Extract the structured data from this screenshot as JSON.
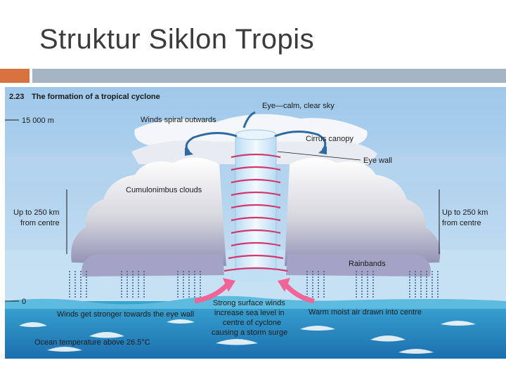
{
  "slide": {
    "title": "Struktur Siklon Tropis"
  },
  "figure": {
    "number": "2.23",
    "heading": "The formation of a tropical cyclone",
    "labels": {
      "eye": "Eye—calm, clear sky",
      "winds_spiral": "Winds spiral outwards",
      "cirrus": "Cirrus canopy",
      "eye_wall": "Eye wall",
      "cumulonimbus": "Cumulonimbus clouds",
      "left_dist_1": "Up to 250 km",
      "left_dist_2": "from centre",
      "right_dist_1": "Up to 250 km",
      "right_dist_2": "from centre",
      "rainbands": "Rainbands",
      "height_top": "15 000 m",
      "height_zero": "0",
      "winds_stronger": "Winds get stronger towards the eye wall",
      "surface_1": "Strong surface winds",
      "surface_2": "increase sea level in",
      "surface_3": "centre of cyclone",
      "surface_4": "causing a storm surge",
      "warm_air": "Warm moist air drawn into centre",
      "ocean_temp": "Ocean temperature above 26.5°C"
    },
    "colors": {
      "sky_top": "#9fc8ea",
      "sky_mid": "#c3dcf1",
      "ocean": "#2a93c5",
      "arrow_pink": "#f06496",
      "spiral": "#d2386e",
      "eye_column": "#d7ecfa"
    }
  }
}
